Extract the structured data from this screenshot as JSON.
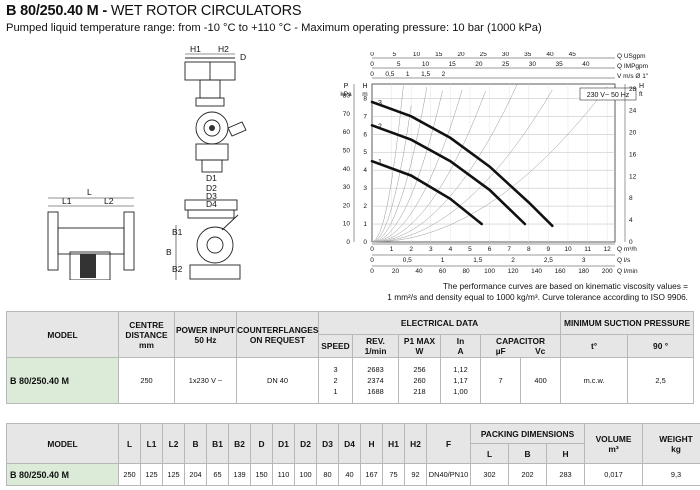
{
  "header": {
    "model": "B 80/250.40 M -",
    "type": " WET ROTOR CIRCULATORS",
    "subtitle": "Pumped liquid temperature range: from -10 °C to +110 °C - Maximum operating pressure: 10 bar (1000 kPa)"
  },
  "drawing": {
    "labels": [
      "H1",
      "H2",
      "D",
      "L",
      "L1",
      "L2",
      "D1",
      "D2",
      "D3",
      "D4",
      "B1",
      "B",
      "B2"
    ]
  },
  "chart_data": {
    "type": "line",
    "title": "",
    "top_axes": [
      {
        "unit": "Q USgpm",
        "ticks": [
          "0",
          "5",
          "10",
          "15",
          "20",
          "25",
          "30",
          "35",
          "40",
          "45"
        ]
      },
      {
        "unit": "Q IMPgpm",
        "ticks": [
          "0",
          "5",
          "10",
          "15",
          "20",
          "25",
          "30",
          "35",
          "40"
        ]
      },
      {
        "unit": "V m/s Ø 1\"",
        "ticks": [
          "0",
          "0,5",
          "1",
          "1,5",
          "2"
        ]
      }
    ],
    "bottom_axes": [
      {
        "unit": "Q m³/h",
        "ticks": [
          "0",
          "1",
          "2",
          "3",
          "4",
          "5",
          "6",
          "7",
          "8",
          "9",
          "10",
          "11",
          "12"
        ]
      },
      {
        "unit": "Q l/s",
        "ticks": [
          "0",
          "0,5",
          "1",
          "1,5",
          "2",
          "2,5",
          "3"
        ]
      },
      {
        "unit": "Q l/min",
        "ticks": [
          "0",
          "20",
          "40",
          "60",
          "80",
          "100",
          "120",
          "140",
          "160",
          "180",
          "200"
        ]
      }
    ],
    "left_axes": [
      {
        "unit": "P kPa",
        "ticks": [
          "0",
          "10",
          "20",
          "30",
          "40",
          "50",
          "60",
          "70",
          "80"
        ]
      },
      {
        "unit": "H m",
        "ticks": [
          "0",
          "1",
          "2",
          "3",
          "4",
          "5",
          "6",
          "7",
          "8"
        ]
      }
    ],
    "right_axis": {
      "unit": "H ft",
      "ticks": [
        "0",
        "4",
        "8",
        "12",
        "16",
        "20",
        "24",
        "28"
      ]
    },
    "xlim": [
      0,
      12.4
    ],
    "ylim": [
      0,
      8.8
    ],
    "legend": "230 V~ 50 Hz",
    "curve_labels": [
      "3",
      "2",
      "1"
    ],
    "series": [
      {
        "name": "3",
        "x": [
          0,
          2,
          4,
          6,
          8,
          9.2
        ],
        "y": [
          7.8,
          7.0,
          5.8,
          4.2,
          2.2,
          0.9
        ]
      },
      {
        "name": "2",
        "x": [
          0,
          2,
          4,
          6,
          7.8
        ],
        "y": [
          6.5,
          5.7,
          4.5,
          2.9,
          1.0
        ]
      },
      {
        "name": "1",
        "x": [
          0,
          2,
          4,
          5.6
        ],
        "y": [
          4.5,
          3.7,
          2.4,
          1.0
        ]
      }
    ]
  },
  "note": {
    "line1": "The performance curves are based on kinematic viscosity values =",
    "line2": "1 mm²/s and density equal to 1000 kg/m³. Curve tolerance according to ISO 9906."
  },
  "table1": {
    "headers": {
      "model": "MODEL",
      "centre1": "CENTRE",
      "centre2": "DISTANCE",
      "centre3": "mm",
      "power1": "POWER INPUT",
      "power2": "50 Hz",
      "flange1": "COUNTERFLANGES",
      "flange2": "ON REQUEST",
      "electrical": "ELECTRICAL DATA",
      "suction": "MINIMUM SUCTION PRESSURE",
      "speed": "SPEED",
      "rev1": "REV.",
      "rev2": "1/min",
      "p1_1": "P1 MAX",
      "p1_2": "W",
      "in1": "In",
      "in2": "A",
      "capacitor": "CAPACITOR",
      "uf": "µF",
      "vc": "Vc",
      "t": "t°",
      "t90": "90 °"
    },
    "row": {
      "model": "B 80/250.40 M",
      "centre": "250",
      "power": "1x230 V ~",
      "flange": "DN 40",
      "speeds": [
        "3",
        "2",
        "1"
      ],
      "revs": [
        "2683",
        "2374",
        "1688"
      ],
      "p1": [
        "256",
        "260",
        "218"
      ],
      "in": [
        "1,12",
        "1,17",
        "1,00"
      ],
      "uf": "7",
      "vc": "400",
      "t": "m.c.w.",
      "t90": "2,5"
    }
  },
  "table2": {
    "headers": {
      "model": "MODEL",
      "cols": [
        "L",
        "L1",
        "L2",
        "B",
        "B1",
        "B2",
        "D",
        "D1",
        "D2",
        "D3",
        "D4",
        "H",
        "H1",
        "H2",
        "F"
      ],
      "packing": "PACKING DIMENSIONS",
      "pl": "L",
      "pb": "B",
      "ph": "H",
      "volume": "VOLUME",
      "volume_unit": "m³",
      "weight": "WEIGHT",
      "weight_unit": "kg"
    },
    "row": {
      "model": "B 80/250.40 M",
      "values": [
        "250",
        "125",
        "125",
        "204",
        "65",
        "139",
        "150",
        "110",
        "100",
        "80",
        "40",
        "167",
        "75",
        "92",
        "DN40/PN10"
      ],
      "pl": "302",
      "pb": "202",
      "ph": "283",
      "volume": "0,017",
      "weight": "9,3"
    }
  }
}
